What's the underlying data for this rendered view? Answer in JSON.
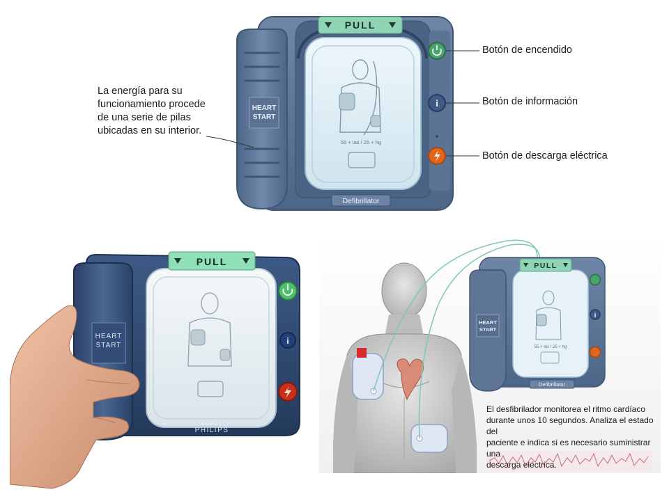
{
  "top_device": {
    "pull_label": "PULL",
    "brand_line1": "HEART",
    "brand_line2": "START",
    "pad_text": "55 + las / 25 + hg",
    "model_label": "Defibrillator"
  },
  "annotations": {
    "battery_text": "La energía para su funcionamiento procede de una serie de pilas ubicadas en su interior.",
    "battery_lines": [
      "La energía para su",
      "funcionamiento procede",
      "de una serie de pilas",
      "ubicadas en su interior."
    ],
    "power_button": "Botón de encendido",
    "info_button": "Botón de información",
    "shock_button": "Botón de descarga eléctrica"
  },
  "hand_device": {
    "pull_label": "PULL",
    "brand_line1": "HEART",
    "brand_line2": "START",
    "maker_label": "PHILIPS"
  },
  "patient_panel": {
    "small_device": {
      "pull_label": "PULL",
      "brand_line1": "HEART",
      "brand_line2": "START",
      "pad_text": "55 + las / 25 + hg",
      "model_label": "Defibrillator"
    },
    "caption": "El desfibrilador monitorea el ritmo cardíaco durante unos 10 segundos. Analiza el estado del paciente e indica si es necesario suministrar una descarga eléctrica.",
    "caption_lines": [
      "El desfibrilador monitorea el ritmo cardíaco",
      "durante unos 10 segundos. Analiza el estado del",
      "paciente e indica si es necesario suministrar una",
      "descarga eléctrica."
    ]
  },
  "colors": {
    "device_blue": "#5b7393",
    "device_dark": "#3f5575",
    "pull_green": "#8fd4b4",
    "power_green": "#4aa36c",
    "shock_orange": "#e0661f",
    "info_blue": "#33507e"
  }
}
